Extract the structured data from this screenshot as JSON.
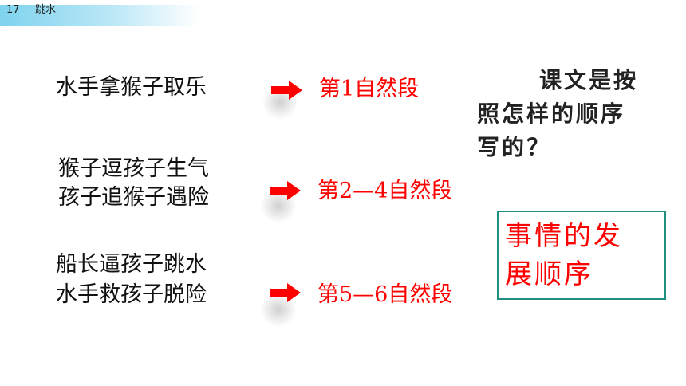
{
  "header": {
    "lesson_number": "17",
    "lesson_title": "跳水"
  },
  "rows": [
    {
      "lines": [
        "水手拿猴子取乐"
      ],
      "paragraph": "第1自然段"
    },
    {
      "lines": [
        "猴子逗孩子生气",
        "孩子追猴子遇险"
      ],
      "paragraph": "第2—4自然段"
    },
    {
      "lines": [
        "船长逼孩子跳水",
        "水手救孩子脱险"
      ],
      "paragraph": "第5—6自然段"
    }
  ],
  "question": {
    "line1": "课文是按",
    "line2": "照怎样的顺序",
    "line3": "写的？"
  },
  "answer": {
    "line1": "事情的发",
    "line2": "展顺序"
  },
  "colors": {
    "accent_red": "#ff0000",
    "header_blue": "#7ed3ee",
    "box_border": "#1f8f80"
  },
  "icons": {
    "arrow": "arrow-right-icon"
  }
}
